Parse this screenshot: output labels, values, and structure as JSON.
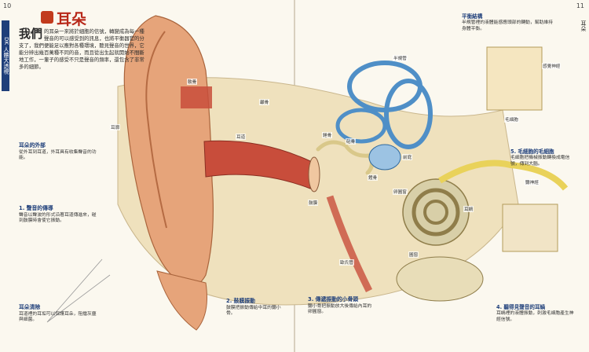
{
  "page": {
    "left_number": "10",
    "right_number": "11",
    "left_tab": "DK 人體大透視",
    "right_tab": "耳朵"
  },
  "title": "耳朵",
  "intro": {
    "lead": "我們",
    "text": "的耳朵一來將於細胞的信號，轉變成為每一種聲音的可以感受到的訊息，也將平衡器官的分支了，我們便能足以應對各種環境，聽見聲音的世界，它能分辨出幾百萬種不同的音，而且從出生起就開始不間斷地工作，一輩子的感受不只是聲音的頻率，還包含了非常多的細節。"
  },
  "sections": {
    "outer": {
      "title": "耳朵的外部",
      "text": "從外耳到耳道，外耳具有收集聲音的功能。"
    },
    "s1": {
      "title": "1. 聲音的傳導",
      "text": "聲音以聲波的形式沿著耳道傳進來，碰到鼓膜時會使它振動。"
    },
    "s2": {
      "title": "2. 鼓膜振動",
      "text": "鼓膜把振動傳給中耳的聽小骨。"
    },
    "s3": {
      "title": "3. 傳遞振動的小骨頭",
      "text": "聽小骨把振動放大後傳給內耳的卵圓窗。"
    },
    "s4": {
      "title": "4. 聽得見聲音的耳蝸",
      "text": "耳蝸裡的液體振動，刺激毛細胞產生神經信號。"
    },
    "s5": {
      "title": "5. 毛細胞的毛細胞",
      "text": "毛細胞把機械振動轉換成電信號，傳到大腦。"
    },
    "earwax": {
      "title": "耳朵清除",
      "text": "耳道裡的耳垢可以保護耳朵，阻擋灰塵與細菌。"
    },
    "balance": {
      "title": "平衡結構",
      "text": "半規管裡的液體能感應頭部的轉動，幫助維持身體平衡。"
    }
  },
  "labels": {
    "auricle": "耳廓",
    "canal": "耳道",
    "eardrum": "鼓膜",
    "hammer": "錘骨",
    "anvil": "砧骨",
    "stirrup": "鐙骨",
    "cochlea": "耳蝸",
    "semicircular": "半規管",
    "nerve": "聽神經",
    "vestibule": "前庭",
    "eustachian": "歐氏管",
    "hair_cells": "毛細胞",
    "temporal_bone": "顳骨",
    "cartilage": "軟骨",
    "round_window": "圓窗",
    "oval_window": "卵圓窗",
    "sensory": "感覺神經"
  },
  "colors": {
    "title": "#b8291a",
    "tab": "#1f3f7a",
    "skin": "#e6a47a",
    "bone": "#efe1bd",
    "canal": "#c84d3b",
    "cochlea": "#d8cfa8",
    "nerve": "#e9d25a",
    "semicircular": "#4f8fc7"
  }
}
